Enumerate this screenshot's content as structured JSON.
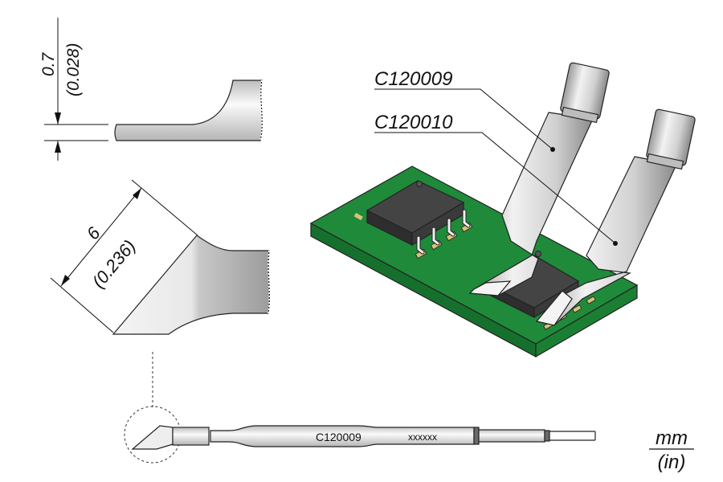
{
  "dimensions": {
    "thickness_mm": "0.7",
    "thickness_in": "(0.028)",
    "width_mm": "6",
    "width_in": "(0.236)"
  },
  "callouts": {
    "part_a": "C120009",
    "part_b": "C120010"
  },
  "tip_drawing": {
    "part_number": "C120009",
    "marking": "xxxxxx"
  },
  "units": {
    "primary": "mm",
    "secondary": "(in)"
  },
  "colors": {
    "pcb": "#1f8a3a",
    "pcb_side": "#16702d",
    "chip": "#3a3a3a",
    "pad": "#d9c27a",
    "metal": "#d4d4d4"
  }
}
